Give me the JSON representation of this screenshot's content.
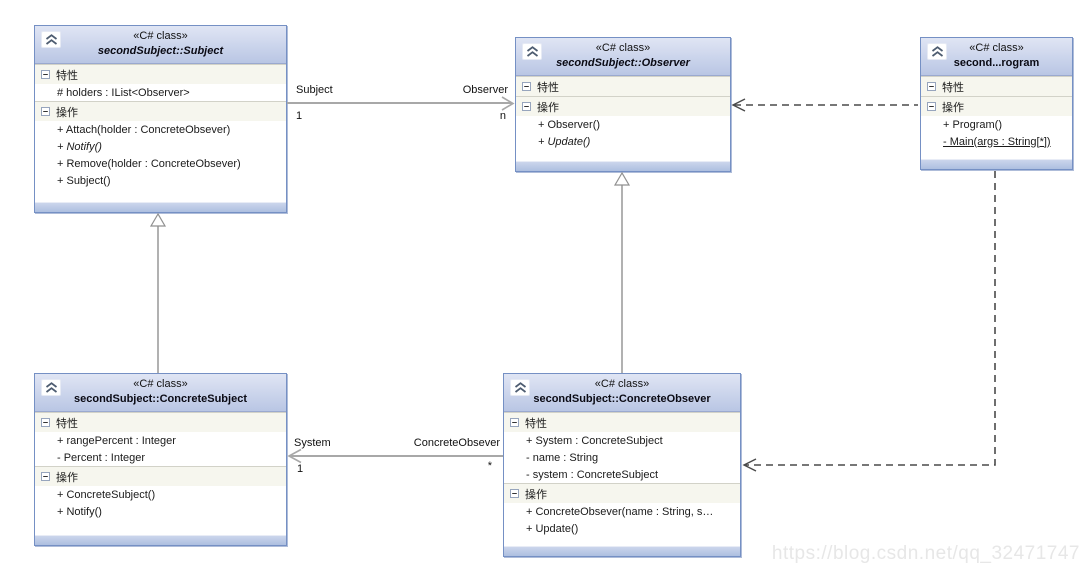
{
  "palette": {
    "header_gradient_top": "#e0e5f4",
    "header_gradient_bottom": "#b9c6e4",
    "box_border": "#7590c4",
    "section_bg": "#f6f6ee",
    "member_bg": "#ffffff",
    "association_line": "#a8a8a8",
    "dependency_line": "#4a4a4a",
    "inheritance_line": "#909090",
    "watermark_color": "#e7e7e7"
  },
  "icons": {
    "collapse_chevron": "double-chevron-up",
    "section_toggle": "minus-box"
  },
  "classes": [
    {
      "stereotype": "«C# class»",
      "name": "secondSubject::Subject",
      "sections": [
        {
          "label": "特性",
          "members": [
            "# holders : IList<Observer>"
          ]
        },
        {
          "label": "操作",
          "members": [
            "+ Attach(holder : ConcreteObsever)",
            "+ Notify()",
            "+ Remove(holder : ConcreteObsever)",
            "+ Subject()"
          ]
        }
      ]
    },
    {
      "stereotype": "«C# class»",
      "name": "secondSubject::Observer",
      "sections": [
        {
          "label": "特性",
          "members": []
        },
        {
          "label": "操作",
          "members": [
            "+ Observer()",
            "+ Update()"
          ]
        }
      ]
    },
    {
      "stereotype": "«C# class»",
      "name": "second...rogram",
      "sections": [
        {
          "label": "特性",
          "members": []
        },
        {
          "label": "操作",
          "members": [
            "+ Program()",
            "- Main(args : String[*])"
          ]
        }
      ]
    },
    {
      "stereotype": "«C# class»",
      "name": "secondSubject::ConcreteSubject",
      "sections": [
        {
          "label": "特性",
          "members": [
            "+ rangePercent : Integer",
            "- Percent : Integer"
          ]
        },
        {
          "label": "操作",
          "members": [
            "+ ConcreteSubject()",
            "+ Notify()"
          ]
        }
      ]
    },
    {
      "stereotype": "«C# class»",
      "name": "secondSubject::ConcreteObsever",
      "sections": [
        {
          "label": "特性",
          "members": [
            "+ System : ConcreteSubject",
            "- name : String",
            "- system : ConcreteSubject"
          ]
        },
        {
          "label": "操作",
          "members": [
            "+ ConcreteObsever(name : String, s…",
            "+ Update()"
          ]
        }
      ]
    }
  ],
  "associations": [
    {
      "source_role": "Subject",
      "target_role": "Observer",
      "source_multiplicity": "1",
      "target_multiplicity": "n"
    },
    {
      "source_role": "System",
      "target_role": "ConcreteObsever",
      "source_multiplicity": "1",
      "target_multiplicity": "*"
    }
  ],
  "watermark": "https://blog.csdn.net/qq_32471747"
}
